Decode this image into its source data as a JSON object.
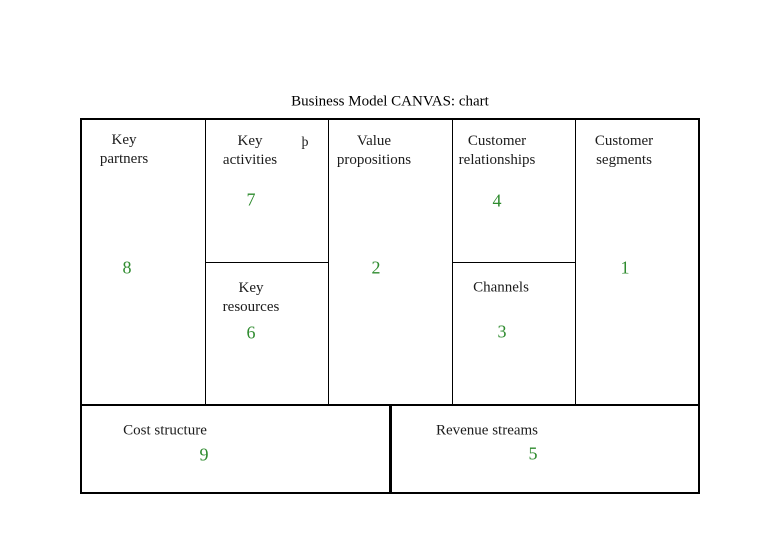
{
  "title": "Business Model CANVAS: chart",
  "colors": {
    "value_green": "#2e8b2e",
    "label_dark": "#1c1c1c",
    "border": "#000000",
    "background": "#ffffff"
  },
  "canvas": {
    "cells": [
      {
        "id": "key-partners",
        "label": "Key\npartners",
        "value": "8"
      },
      {
        "id": "key-activities",
        "label": "Key\nactivities",
        "value": "7",
        "symbol": "þ"
      },
      {
        "id": "key-resources",
        "label": "Key\nresources",
        "value": "6"
      },
      {
        "id": "value-propositions",
        "label": "Value\npropositions",
        "value": "2"
      },
      {
        "id": "customer-relationships",
        "label": "Customer\nrelationships",
        "value": "4"
      },
      {
        "id": "channels",
        "label": "Channels",
        "value": "3"
      },
      {
        "id": "customer-segments",
        "label": "Customer\nsegments",
        "value": "1"
      },
      {
        "id": "cost-structure",
        "label": "Cost structure",
        "value": "9"
      },
      {
        "id": "revenue-streams",
        "label": "Revenue streams",
        "value": "5"
      }
    ]
  }
}
